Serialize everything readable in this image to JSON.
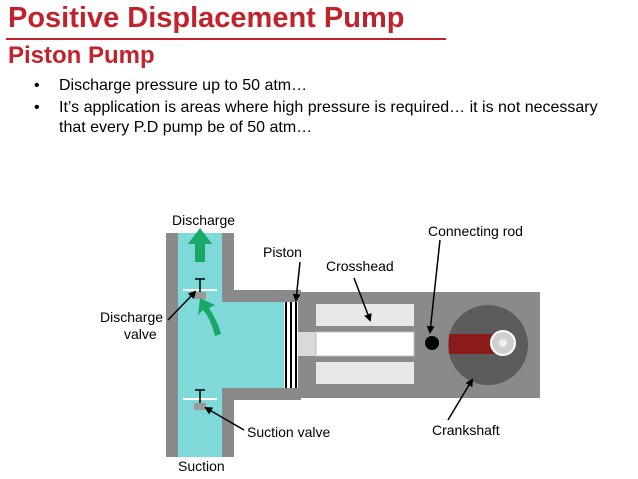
{
  "slide": {
    "title": "Positive Displacement Pump",
    "subtitle": "Piston Pump",
    "bullets": [
      "Discharge pressure up to 50 atm…",
      "It’s application is areas where high pressure is required… it is not necessary that every P.D pump be of 50 atm…"
    ]
  },
  "diagram": {
    "labels": {
      "discharge": "Discharge",
      "piston": "Piston",
      "crosshead": "Crosshead",
      "connecting_rod": "Connecting rod",
      "discharge_valve_line1": "Discharge",
      "discharge_valve_line2": "valve",
      "suction_valve": "Suction valve",
      "crankshaft": "Crankshaft",
      "suction": "Suction"
    },
    "colors": {
      "fluid": "#7fd9d9",
      "casing": "#8a8a8a",
      "arrow": "#1aa86a",
      "rod": "#8b1a1a",
      "title": "#c0232b"
    }
  }
}
